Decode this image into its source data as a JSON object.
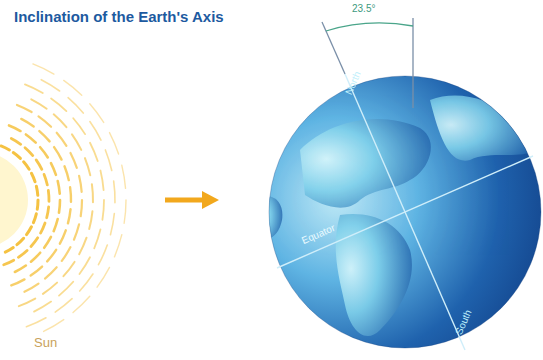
{
  "diagram": {
    "title": "Inclination of the Earth's Axis",
    "labels": [
      "23.5°",
      "North",
      "Equator",
      "South",
      "Sun"
    ]
  }
}
